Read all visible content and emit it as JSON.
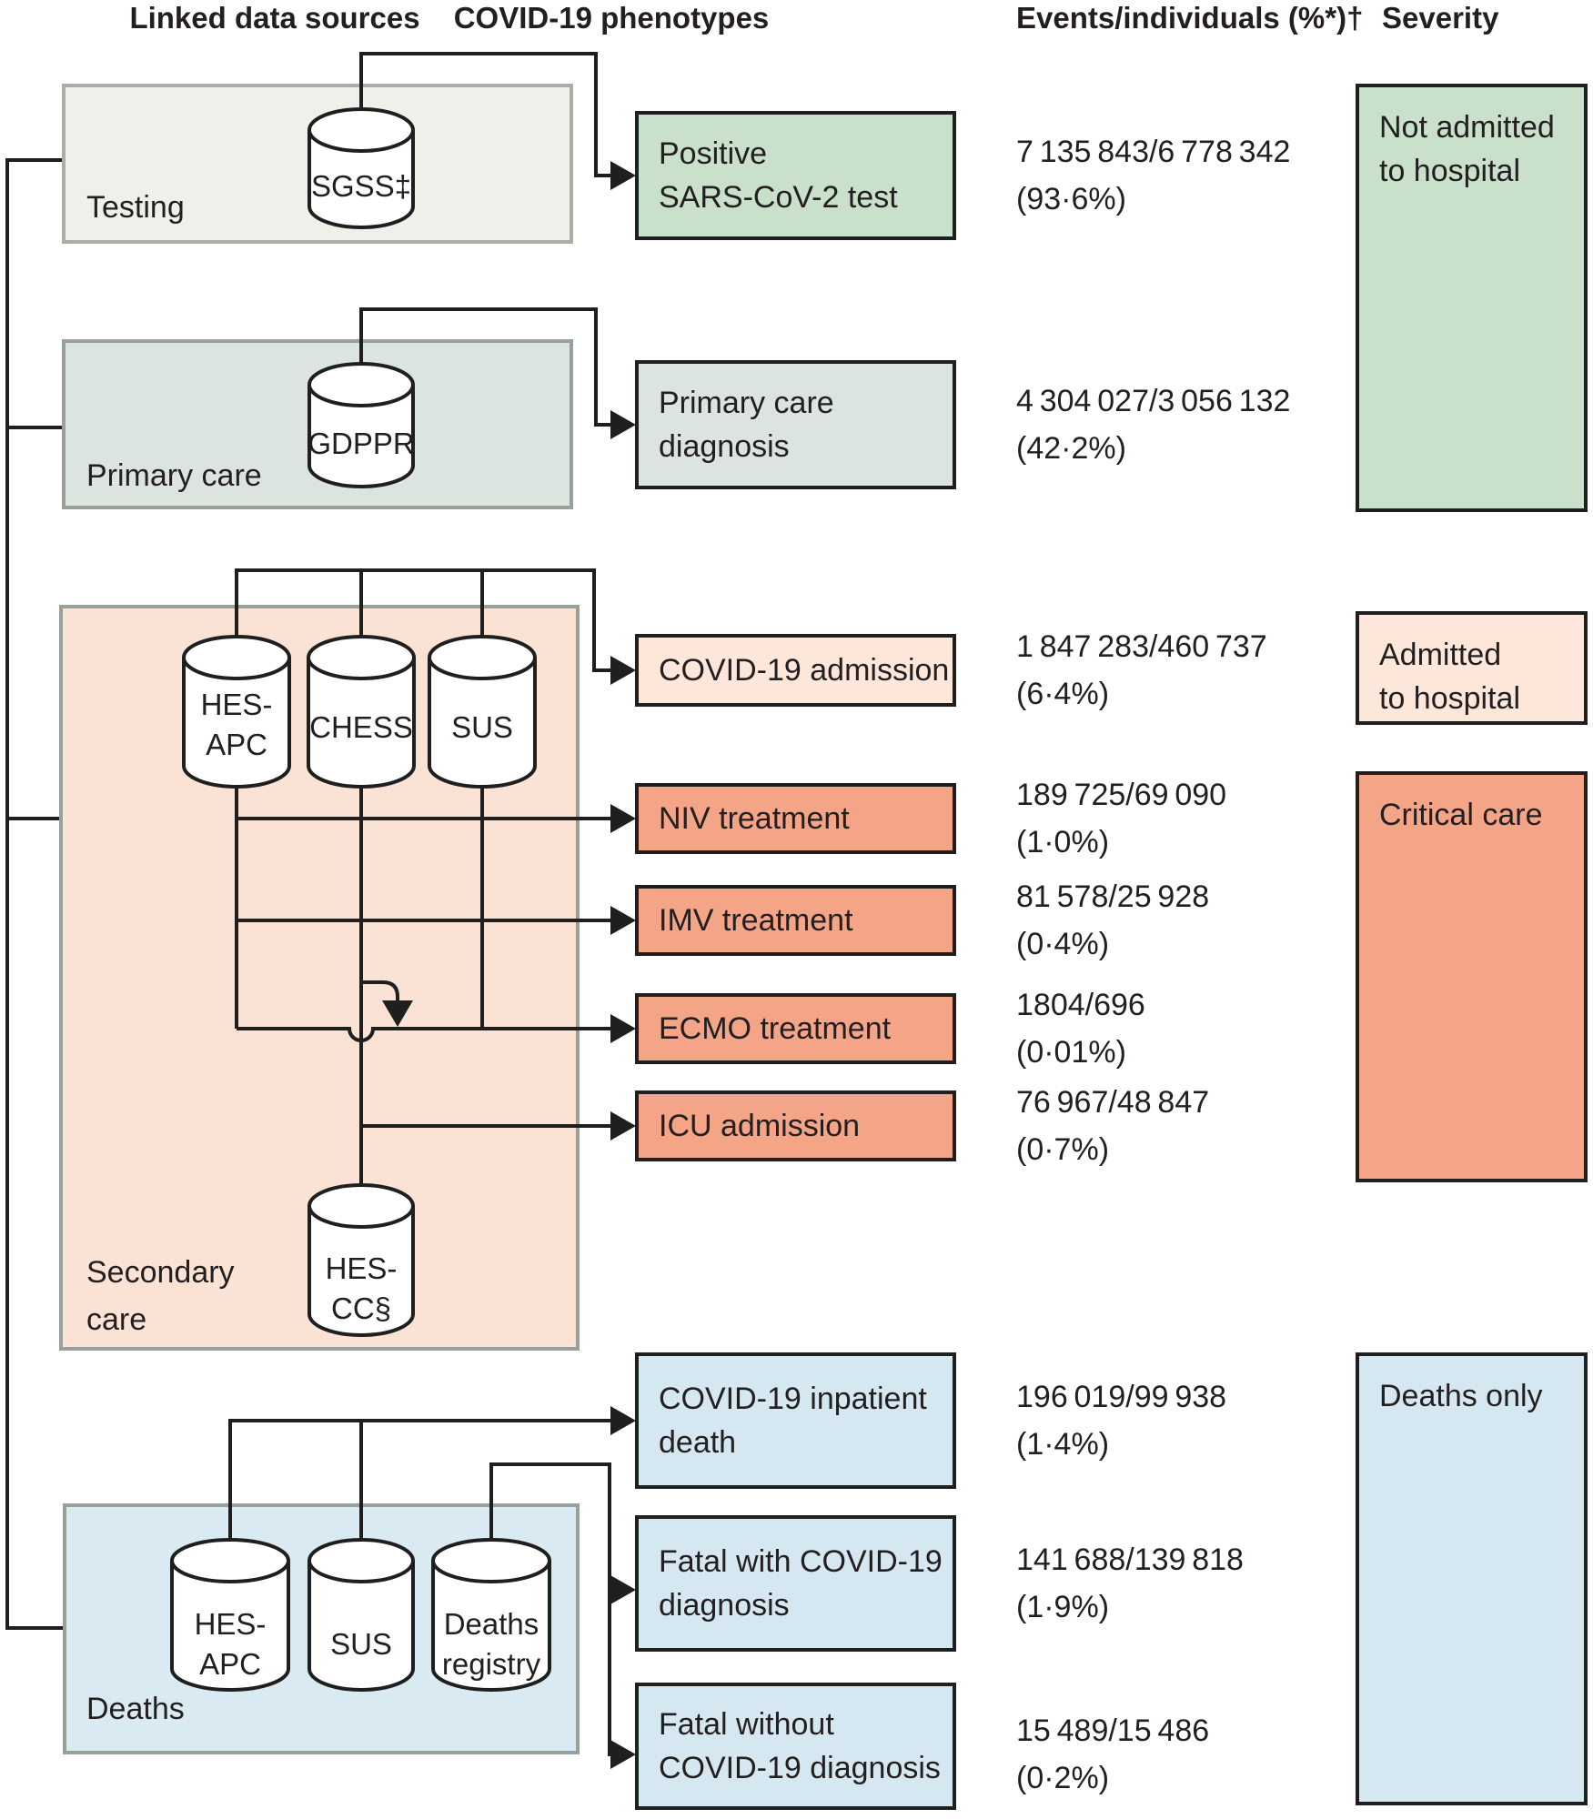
{
  "headers": {
    "data_sources": "Linked data sources",
    "phenotypes": "COVID-19 phenotypes",
    "events": "Events/individuals (%*)†",
    "severity": "Severity"
  },
  "sources": {
    "testing": {
      "label": "Testing",
      "db1": "SGSS‡"
    },
    "primary": {
      "label": "Primary care",
      "db1": "GDPPR"
    },
    "secondary": {
      "label_l1": "Secondary",
      "label_l2": "care",
      "db1_l1": "HES-",
      "db1_l2": "APC",
      "db2": "CHESS",
      "db3": "SUS",
      "db4_l1": "HES-",
      "db4_l2": "CC§"
    },
    "deaths": {
      "label": "Deaths",
      "db1_l1": "HES-",
      "db1_l2": "APC",
      "db2": "SUS",
      "db3_l1": "Deaths",
      "db3_l2": "registry"
    }
  },
  "rows": [
    {
      "id": "positive_test",
      "phenotype_l1": "Positive",
      "phenotype_l2": "SARS-CoV-2 test",
      "events": "7 135 843/6 778 342",
      "percent": "(93·6%)"
    },
    {
      "id": "primary_diagnosis",
      "phenotype_l1": "Primary care",
      "phenotype_l2": "diagnosis",
      "events": "4 304 027/3 056 132",
      "percent": "(42·2%)"
    },
    {
      "id": "covid_admission",
      "phenotype_l1": "COVID-19 admission",
      "events": "1 847 283/460 737",
      "percent": "(6·4%)"
    },
    {
      "id": "niv_treatment",
      "phenotype_l1": "NIV treatment",
      "events": "189 725/69 090",
      "percent": "(1·0%)"
    },
    {
      "id": "imv_treatment",
      "phenotype_l1": "IMV treatment",
      "events": "81 578/25 928",
      "percent": "(0·4%)"
    },
    {
      "id": "ecmo_treatment",
      "phenotype_l1": "ECMO treatment",
      "events": "1804/696",
      "percent": "(0·01%)"
    },
    {
      "id": "icu_admission",
      "phenotype_l1": "ICU admission",
      "events": "76 967/48 847",
      "percent": "(0·7%)"
    },
    {
      "id": "inpatient_death",
      "phenotype_l1": "COVID-19 inpatient",
      "phenotype_l2": "death",
      "events": "196 019/99 938",
      "percent": "(1·4%)"
    },
    {
      "id": "fatal_with",
      "phenotype_l1": "Fatal with COVID-19",
      "phenotype_l2": "diagnosis",
      "events": "141 688/139 818",
      "percent": "(1·9%)"
    },
    {
      "id": "fatal_without",
      "phenotype_l1": "Fatal without",
      "phenotype_l2": "COVID-19 diagnosis",
      "events": "15 489/15 486",
      "percent": "(0·2%)"
    }
  ],
  "severity": [
    {
      "id": "not_admitted",
      "l1": "Not admitted",
      "l2": "to hospital"
    },
    {
      "id": "admitted",
      "l1": "Admitted",
      "l2": "to hospital"
    },
    {
      "id": "critical",
      "l1": "Critical care"
    },
    {
      "id": "deaths_only",
      "l1": "Deaths only"
    }
  ],
  "colors": {
    "green": "#c9e0ca",
    "grey_green": "#dbe4de",
    "testing_fill": "#eef1e9",
    "secondary_fill": "#fae3d5",
    "pale_peach": "#fce7da",
    "salmon": "#f4a487",
    "deaths_fill": "#d9eaf2",
    "blue": "#d5e8f1",
    "line": "#1f1f1f",
    "source_border": "#97a099"
  }
}
